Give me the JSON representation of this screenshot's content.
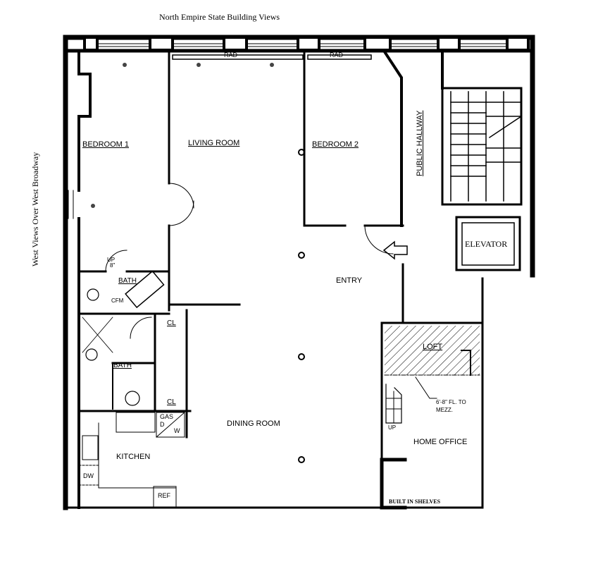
{
  "plan": {
    "north_label": "North Empire State Building Views",
    "west_label": "West Views Over West Broadway",
    "rooms": {
      "bedroom1": "BEDROOM 1",
      "living_room": "LIVING ROOM",
      "bedroom2": "BEDROOM 2",
      "public_hallway": "PUBLIC HALLWAY",
      "elevator": "ELEVATOR",
      "entry": "ENTRY",
      "bath1": "BATH",
      "bath2": "BATH",
      "closet1": "CL",
      "closet2": "CL",
      "loft": "LOFT",
      "dining_room": "DINING ROOM",
      "kitchen": "KITCHEN",
      "home_office": "HOME OFFICE"
    },
    "annotations": {
      "rad1": "RAD",
      "rad2": "RAD",
      "up_step": "UP",
      "step_height": "8\"",
      "cfm": "CFM",
      "gas_dryer": "GAS",
      "dryer": "D",
      "washer": "W",
      "dishwasher": "DW",
      "refrigerator": "REF",
      "stair_up": "UP",
      "mezz_height_1": "6'-8\" FL. TO",
      "mezz_height_2": "MEZZ.",
      "built_in_shelves": "BUILT IN SHELVES"
    }
  }
}
